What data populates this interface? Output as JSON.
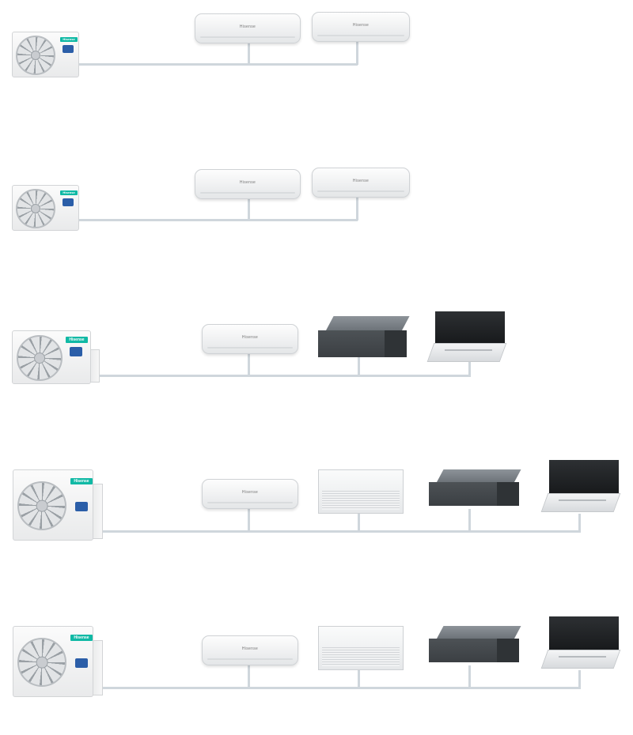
{
  "brand": {
    "name": "Hisense",
    "accent_color": "#10b9a5",
    "pipe_color": "#cfd6dc"
  },
  "systems": [
    {
      "outdoor": "outdoor-unit",
      "indoor": [
        "wall-split",
        "wall-split"
      ]
    },
    {
      "outdoor": "outdoor-unit",
      "indoor": [
        "wall-split",
        "wall-split"
      ]
    },
    {
      "outdoor": "outdoor-unit",
      "indoor": [
        "wall-split",
        "ducted",
        "cassette"
      ]
    },
    {
      "outdoor": "outdoor-unit-large",
      "indoor": [
        "wall-split",
        "floor-ceiling",
        "ducted",
        "cassette"
      ]
    },
    {
      "outdoor": "outdoor-unit-large",
      "indoor": [
        "wall-split",
        "floor-ceiling",
        "ducted",
        "cassette"
      ]
    }
  ]
}
